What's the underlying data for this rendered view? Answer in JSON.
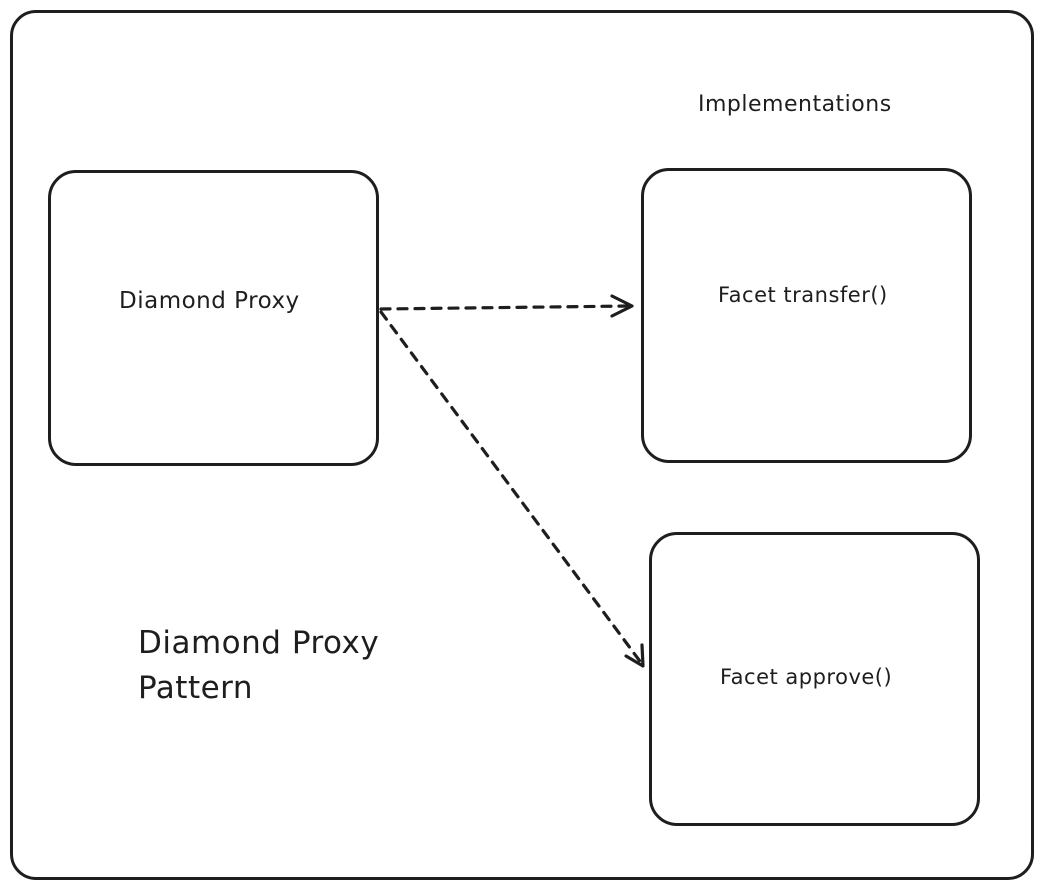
{
  "diagram": {
    "heading": "Implementations",
    "title_line1": "Diamond Proxy",
    "title_line2": "Pattern",
    "nodes": {
      "proxy": "Diamond Proxy",
      "transfer": "Facet transfer()",
      "approve": "Facet approve()"
    },
    "edges": [
      {
        "from": "proxy",
        "to": "transfer",
        "style": "dashed"
      },
      {
        "from": "proxy",
        "to": "approve",
        "style": "dashed"
      }
    ],
    "colors": {
      "stroke": "#1e1e1e",
      "background": "#ffffff"
    }
  }
}
